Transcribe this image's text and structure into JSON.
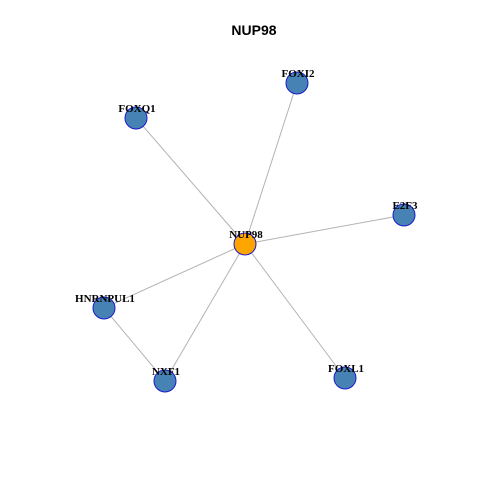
{
  "title": "NUP98",
  "colors": {
    "center_node": "#FFA500",
    "neighbor_node": "#4682B4",
    "node_border": "#1a1acc",
    "edge": "#b3b3b3"
  },
  "nodes": [
    {
      "id": "NUP98",
      "label": "NUP98",
      "role": "center"
    },
    {
      "id": "FOXI2",
      "label": "FOXI2",
      "role": "neighbor"
    },
    {
      "id": "FOXQ1",
      "label": "FOXQ1",
      "role": "neighbor"
    },
    {
      "id": "E2F3",
      "label": "E2F3",
      "role": "neighbor"
    },
    {
      "id": "HNRNPUL1",
      "label": "HNRNPUL1",
      "role": "neighbor"
    },
    {
      "id": "NXF1",
      "label": "NXF1",
      "role": "neighbor"
    },
    {
      "id": "FOXL1",
      "label": "FOXL1",
      "role": "neighbor"
    }
  ],
  "edges": [
    {
      "source": "NUP98",
      "target": "FOXI2"
    },
    {
      "source": "NUP98",
      "target": "FOXQ1"
    },
    {
      "source": "NUP98",
      "target": "E2F3"
    },
    {
      "source": "NUP98",
      "target": "HNRNPUL1"
    },
    {
      "source": "NUP98",
      "target": "NXF1"
    },
    {
      "source": "NUP98",
      "target": "FOXL1"
    },
    {
      "source": "HNRNPUL1",
      "target": "NXF1"
    }
  ]
}
